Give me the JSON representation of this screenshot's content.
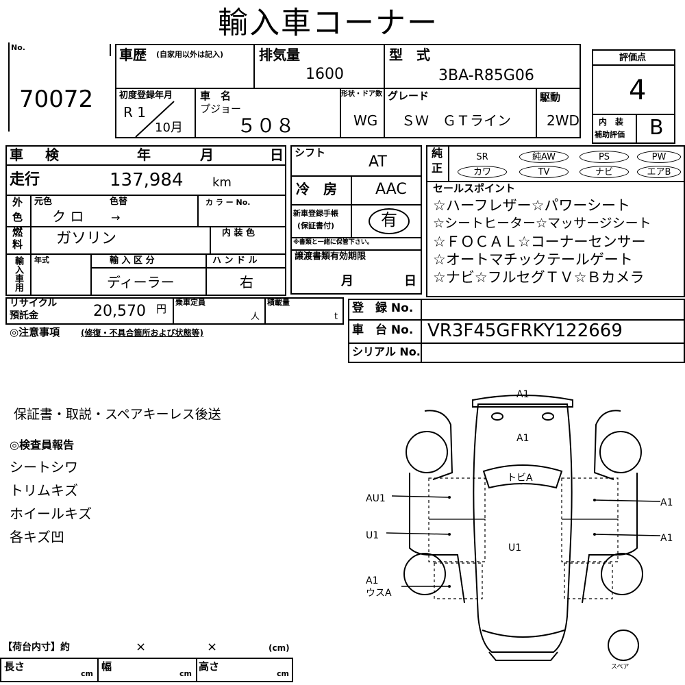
{
  "title": "輸入車コーナー",
  "no_label": "No.",
  "no_value": "70072",
  "history": {
    "label": "車歴",
    "sub": "(自家用以外は記入)"
  },
  "displacement": {
    "label": "排気量",
    "value": "1600"
  },
  "model_code": {
    "label": "型　式",
    "value": "3BA-R85G06"
  },
  "score": {
    "label": "評価点",
    "value": "4",
    "interior_label_1": "内　装",
    "interior_label_2": "補助評価",
    "interior_value": "B"
  },
  "first_reg": {
    "label": "初度登録年月",
    "era": "R 1",
    "month": "10月"
  },
  "car_name": {
    "label": "車　名",
    "maker": "プジョー",
    "model": "５０８"
  },
  "body_type": {
    "label": "形状・ドア数",
    "value": "WG"
  },
  "grade": {
    "label": "グレード",
    "value": "ＳＷ　ＧＴライン"
  },
  "drive": {
    "label": "駆動",
    "value": "2WD"
  },
  "inspection": {
    "label": "車　検",
    "year": "年",
    "month": "月",
    "day": "日"
  },
  "mileage": {
    "label": "走行",
    "value": "137,984",
    "unit": "km"
  },
  "color": {
    "side_1": "外",
    "side_2": "色",
    "orig_label": "元色",
    "change_label": "色替",
    "code_label": "カ ラ ー No.",
    "value": "ク ロ",
    "arrow": "→"
  },
  "fuel": {
    "side_1": "燃",
    "side_2": "料",
    "value": "ガソリン",
    "interior_color_label": "内 装 色"
  },
  "import": {
    "side": "輸入車用",
    "year_label": "年式",
    "type_label": "輸 入 区 分",
    "type_value": "ディーラー",
    "handle_label": "ハ ン ド ル",
    "handle_value": "右"
  },
  "shift": {
    "label": "シフト",
    "value": "AT"
  },
  "ac": {
    "label": "冷　房",
    "value": "AAC"
  },
  "warranty": {
    "label_1": "新車登録手帳",
    "label_2": "(保証書付)",
    "value": "有",
    "note": "※書類と一緒に保管下さい。"
  },
  "transfer": {
    "label": "譲渡書類有効期限",
    "month": "月",
    "day": "日"
  },
  "equipment": {
    "label_1": "純",
    "label_2": "正",
    "row1": [
      "SR",
      "純AW",
      "PS",
      "PW"
    ],
    "row2": [
      "カワ",
      "TV",
      "ナビ",
      "エアB"
    ]
  },
  "sales_points": {
    "label": "セールスポイント",
    "lines": [
      "☆ハーフレザー☆パワーシート",
      "☆シートヒーター☆マッサージシート",
      "☆ＦＯＣＡＬ☆コーナーセンサー",
      "☆オートマチックテールゲート",
      "☆ナビ☆フルセグＴＶ☆Ｂカメラ"
    ]
  },
  "recycle": {
    "label_1": "リサイクル",
    "label_2": "預託金",
    "value": "20,570",
    "unit": "円"
  },
  "capacity": {
    "label": "乗車定員",
    "unit": "人"
  },
  "load": {
    "label": "積載量",
    "unit": "t"
  },
  "registration": {
    "label": "登　録 No.",
    "value": ""
  },
  "chassis": {
    "label": "車　台 No.",
    "value": "VR3F45GFRKY122669"
  },
  "serial": {
    "label": "シリアル No.",
    "value": ""
  },
  "notes": {
    "label": "◎注意事項",
    "sub": "(修復・不具合箇所および状態等)",
    "line": "保証書・取説・スペアキーレス後送"
  },
  "inspector": {
    "label": "◎検査員報告",
    "items": [
      "シートシワ",
      "トリムキズ",
      "ホイールキズ",
      "各キズ凹"
    ]
  },
  "diagram": {
    "front": "A1",
    "hood": "A1",
    "windshield": "トビA",
    "left_front": "AU1",
    "left_rear": "U1",
    "left_wheel_1": "A1",
    "left_wheel_2": "ウスA",
    "roof": "U1",
    "right_front": "A1",
    "right_rear": "A1",
    "spare": "スペア"
  },
  "cargo": {
    "label": "【荷台内寸】約",
    "x1": "×",
    "x2": "×",
    "unit": "(cm)",
    "length": "長さ",
    "width": "幅",
    "height": "高さ",
    "cm": "cm"
  }
}
